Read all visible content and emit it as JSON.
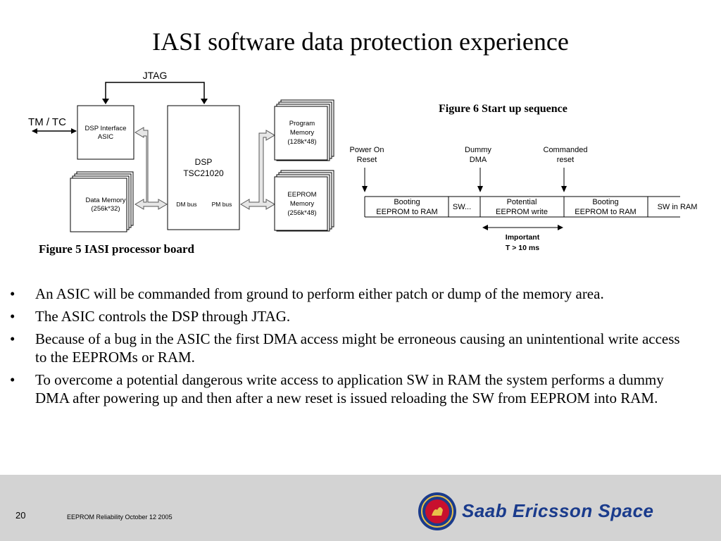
{
  "slide": {
    "title": "IASI software data protection experience",
    "page_number": "20",
    "footnote": "EEPROM Reliability October 12  2005",
    "logo_text": "Saab Ericsson Space"
  },
  "figure5": {
    "caption": "Figure 5 IASI processor board",
    "jtag": "JTAG",
    "tmtc": "TM / TC",
    "asic_line1": "DSP Interface",
    "asic_line2": "ASIC",
    "dsp_line1": "DSP",
    "dsp_line2": "TSC21020",
    "dm_bus": "DM bus",
    "pm_bus": "PM bus",
    "data_mem_line1": "Data Memory",
    "data_mem_line2": "(256k*32)",
    "prog_line1": "Program",
    "prog_line2": "Memory",
    "prog_line3": "(128k*48)",
    "eeprom_line1": "EEPROM",
    "eeprom_line2": "Memory",
    "eeprom_line3": "(256k*48)"
  },
  "figure6": {
    "caption": "Figure 6 Start up sequence",
    "power_on_1": "Power On",
    "power_on_2": "Reset",
    "dummy_1": "Dummy",
    "dummy_2": "DMA",
    "cmd_1": "Commanded",
    "cmd_2": "reset",
    "seg1_1": "Booting",
    "seg1_2": "EEPROM to RAM",
    "seg2": "SW...",
    "seg3_1": "Potential",
    "seg3_2": "EEPROM write",
    "seg4_1": "Booting",
    "seg4_2": "EEPROM to RAM",
    "seg5": "SW in RAM",
    "important_1": "Important",
    "important_2": "T > 10 ms"
  },
  "bullets": [
    "An ASIC will be commanded from ground to perform either patch or dump of the memory area.",
    "The ASIC controls the DSP through JTAG.",
    "Because of a bug in the ASIC the first DMA access might be erroneous causing an unintentional write access to the EEPROMs or RAM.",
    "To overcome a potential dangerous write access to application SW in RAM the system performs a dummy DMA after powering up and then after a new reset is issued reloading the SW from EEPROM into RAM."
  ]
}
